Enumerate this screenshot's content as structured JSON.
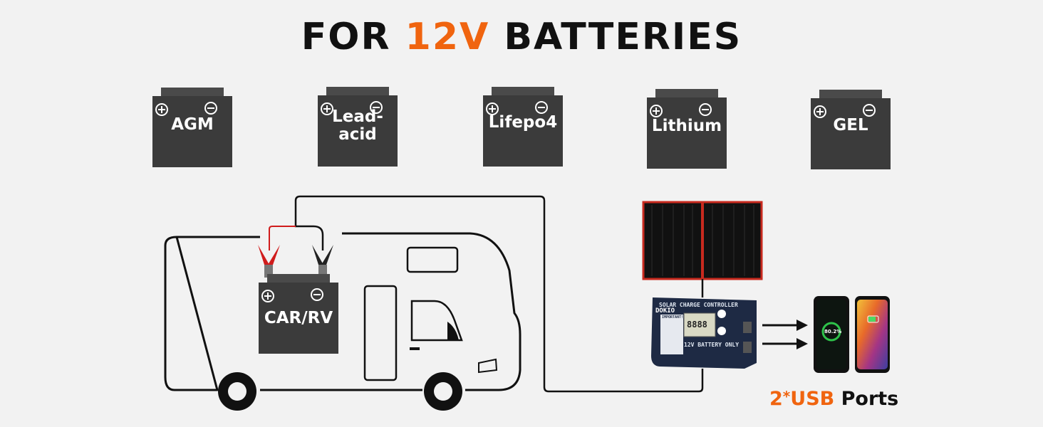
{
  "title": {
    "prefix": "FOR ",
    "highlight": "12V",
    "suffix": " BATTERIES"
  },
  "batteries": [
    {
      "label": "AGM"
    },
    {
      "label": "Lead-\nacid"
    },
    {
      "label": "Lifepo4"
    },
    {
      "label": "Lithium"
    },
    {
      "label": "GEL"
    }
  ],
  "vehicle_battery": {
    "label": "CAR/RV"
  },
  "controller": {
    "heading": "SOLAR CHARGE CONTROLLER",
    "brand": "DOKIO",
    "note": "IMPORTANT!",
    "battery_text": "12V BATTERY ONLY",
    "display": "8888"
  },
  "phone": {
    "percent": "80.2%"
  },
  "usb": {
    "count": "2",
    "star": "*",
    "usb": "USB",
    "ports": "Ports"
  },
  "colors": {
    "accent": "#f0640f",
    "battery": "#3b3b3b",
    "clip_red": "#d01c1c",
    "panel_frame": "#c82a1f"
  }
}
